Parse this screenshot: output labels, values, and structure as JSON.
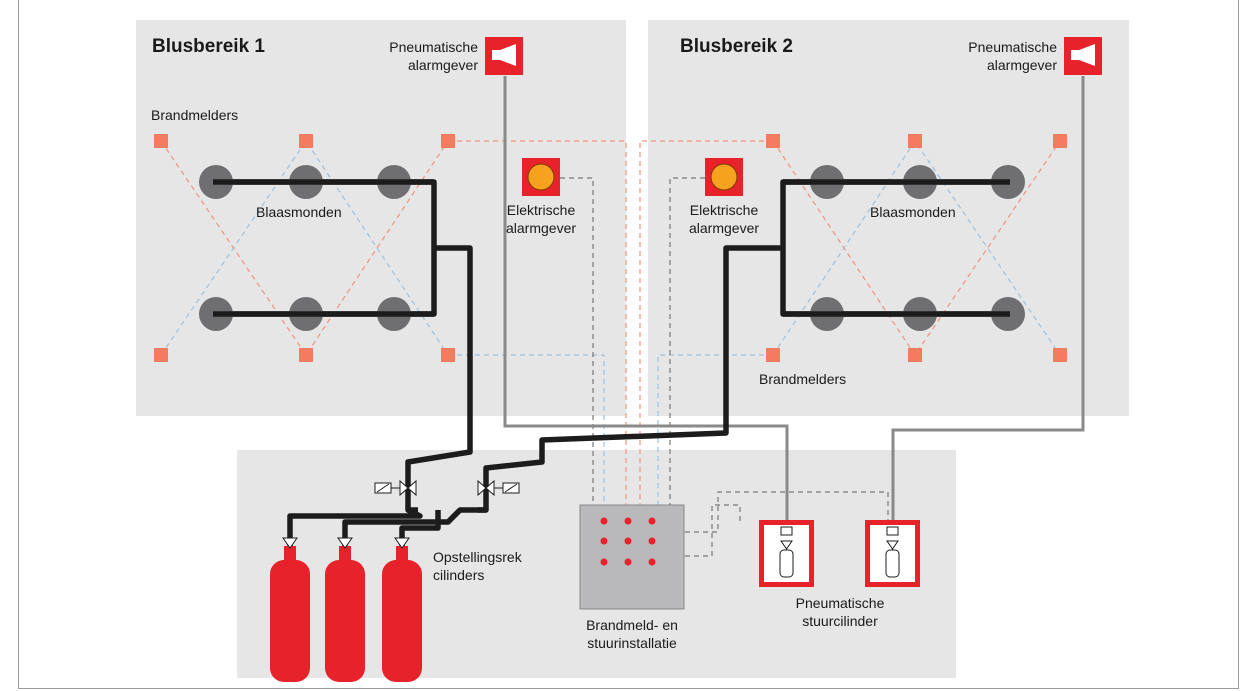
{
  "zones": {
    "zone1_title": "Blusbereik 1",
    "zone2_title": "Blusbereik 2"
  },
  "labels": {
    "pneumatic_alarm_1_line1": "Pneumatische",
    "pneumatic_alarm_1_line2": "alarmgever",
    "pneumatic_alarm_2_line1": "Pneumatische",
    "pneumatic_alarm_2_line2": "alarmgever",
    "brandmelders_1": "Brandmelders",
    "brandmelders_2": "Brandmelders",
    "blaasmonden_1": "Blaasmonden",
    "blaasmonden_2": "Blaasmonden",
    "electric_alarm_1_line1": "Elektrische",
    "electric_alarm_1_line2": "alarmgever",
    "electric_alarm_2_line1": "Elektrische",
    "electric_alarm_2_line2": "alarmgever",
    "rack_line1": "Opstellingsrek",
    "rack_line2": "cilinders",
    "control_line1": "Brandmeld- en",
    "control_line2": "stuurinstallatie",
    "pneumatic_cyl_line1": "Pneumatische",
    "pneumatic_cyl_line2": "stuurcilinder"
  },
  "colors": {
    "zone_fill": "#e6e6e7",
    "pipe": "#1c1c1c",
    "nozzle": "#6f6f71",
    "detector": "#f37b5f",
    "alarm_red": "#e8222b",
    "alarm_orange": "#f6a21e",
    "cylinder_red": "#e8222b",
    "air_line": "#8a8a8a",
    "wire_orange": "#f2927c",
    "wire_blue": "#9ec1dc",
    "wire_gray": "#777777",
    "control_box": "#b9b9bb"
  },
  "icons": [
    "horn-icon",
    "bell-icon",
    "valve-icon",
    "gas-cylinder-icon",
    "pilot-cylinder-icon"
  ]
}
